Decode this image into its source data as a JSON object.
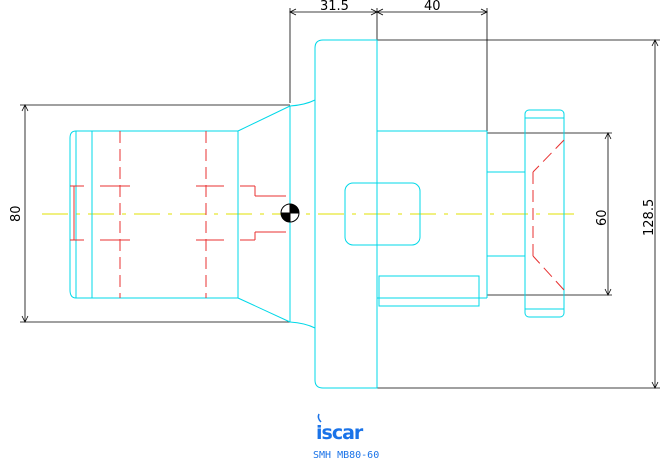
{
  "drawing": {
    "dimensions": {
      "width_left": "31.5",
      "width_right": "40",
      "height_left": "80",
      "height_inner": "60",
      "height_total": "128.5"
    },
    "logo_text": "iscar",
    "part_number": "SMH MB80-60"
  },
  "colors": {
    "outline": "#00d8e8",
    "hidden": "#e83030",
    "centerline": "#e0e000",
    "dimension": "#000000",
    "caption": "#1a73e8"
  }
}
